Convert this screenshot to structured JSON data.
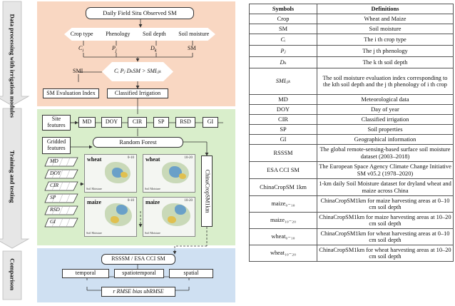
{
  "sections": {
    "data_processing": "Data processing with irrigation modules",
    "training": "Training and testing",
    "comparison": "Comparison"
  },
  "flow": {
    "field_data": "Daily Field Situ Observed SM",
    "factors": [
      "Crop type",
      "Phenology",
      "Soil depth",
      "Soil moisture"
    ],
    "symbols": [
      "C",
      "P",
      "D",
      "SM"
    ],
    "symbol_subs": [
      "i",
      "j",
      "k",
      ""
    ],
    "smi": "SMI",
    "condition": "Cᵢ Pⱼ DₖSM > SMIᵢⱼₖ",
    "sm_eval": "SM Evaluation Index",
    "classified": "Classified Irrigation",
    "site_features": "Site features",
    "gridded_features": "Gridded features",
    "feature_boxes": [
      "MD",
      "DOY",
      "CIR",
      "SP",
      "RSD",
      "GI"
    ],
    "gridded_labels": [
      "MD",
      "DOY",
      "CIR",
      "SP",
      "RSD",
      "GI"
    ],
    "random_forest": "Random Forest",
    "product": "ChinaCropSM1km",
    "maps": [
      {
        "crop": "wheat",
        "depth": "0-10"
      },
      {
        "crop": "wheat",
        "depth": "10-20"
      },
      {
        "crop": "maize",
        "depth": "0-10"
      },
      {
        "crop": "maize",
        "depth": "10-20"
      }
    ],
    "map_legend": "Soil Moisture",
    "compare_datasets": "RSSSM / ESA CCI SM",
    "compare_modes": [
      "temporal",
      "spatiotemporal",
      "spatial"
    ],
    "metrics": "r RMSE bias ubRMSE"
  },
  "colors": {
    "peach": "#f9d7c2",
    "green": "#d9eecb",
    "blue": "#cfe0f2",
    "arrow": "#c8c8c8"
  },
  "table": {
    "headers": [
      "Symbols",
      "Definitions"
    ],
    "rows": [
      {
        "sym": "Crop",
        "def": "Wheat and Maize"
      },
      {
        "sym": "SM",
        "def": "Soil moisture"
      },
      {
        "sym": "Cᵢ",
        "def": "The i th crop type"
      },
      {
        "sym": "Pⱼ",
        "def": "The j th phenology"
      },
      {
        "sym": "Dₖ",
        "def": "The k th soil depth"
      },
      {
        "sym": "SMIᵢⱼₖ",
        "def": "The soil moisture evaluation index corresponding to the kth soil depth and the j th phenology of i th crop"
      },
      {
        "sym": "MD",
        "def": "Meteorological data"
      },
      {
        "sym": "DOY",
        "def": "Day of year"
      },
      {
        "sym": "CIR",
        "def": "Classified irrigation"
      },
      {
        "sym": "SP",
        "def": "Soil properties"
      },
      {
        "sym": "GI",
        "def": "Geographical information"
      },
      {
        "sym": "RSSSM",
        "def": "The global remote-sensing-based surface soil moisture dataset (2003–2018)"
      },
      {
        "sym": "ESA CCI SM",
        "def": "The European Space Agency Climate Change Initiative SM v05.2 (1978–2020)"
      },
      {
        "sym": "ChinaCropSM 1km",
        "def": "1-km daily Soil Moisture dataset for dryland wheat and maize across China"
      },
      {
        "sym": "maize₀₋₁₀",
        "def": "ChinaCropSM1km for maize harvesting areas at 0–10 cm soil depth"
      },
      {
        "sym": "maize₁₀₋₂₀",
        "def": "ChinaCropSM1km for maize harvesting areas at 10–20 cm soil depth"
      },
      {
        "sym": "wheat₀₋₁₀",
        "def": "ChinaCropSM1km for wheat harvesting areas at 0–10 cm soil depth"
      },
      {
        "sym": "wheat₁₀₋₂₀",
        "def": "ChinaCropSM1km for wheat harvesting areas at 10–20 cm soil depth"
      }
    ]
  }
}
